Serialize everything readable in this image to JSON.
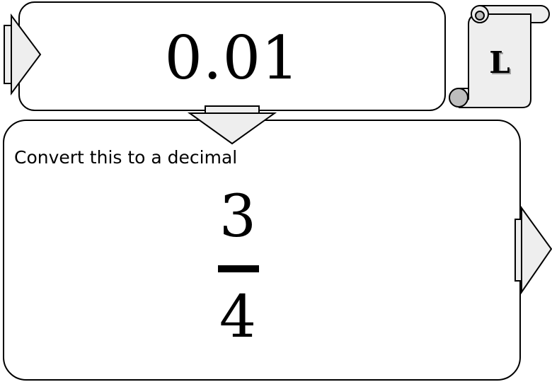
{
  "answer": {
    "value": "0.01"
  },
  "level": {
    "letter": "L"
  },
  "question": {
    "instruction": "Convert this to a decimal",
    "fraction": {
      "numerator": "3",
      "denominator": "4"
    }
  },
  "colors": {
    "panel_fill": "#ffffff",
    "panel_stroke": "#000000",
    "arrow_fill": "#eeeeee",
    "scroll_fill": "#eeeeee",
    "scroll_curl_fill": "#bdbdbd"
  },
  "icons": {
    "left_arrow": "arrow-right-icon",
    "down_arrow": "arrow-down-icon",
    "next_arrow": "arrow-right-icon",
    "scroll": "scroll-icon"
  }
}
